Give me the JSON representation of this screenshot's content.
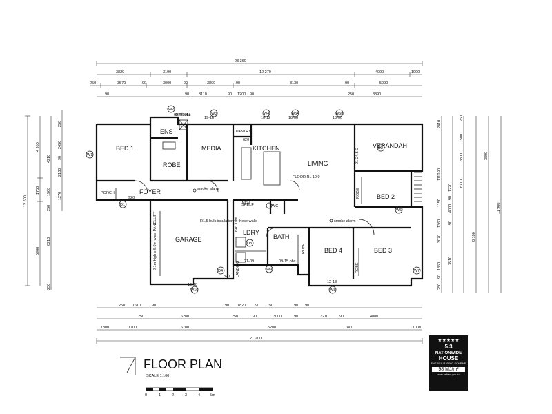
{
  "title": "FLOOR PLAN",
  "scale": "SCALE 1:100",
  "scale_bar_labels": [
    "0",
    "1",
    "2",
    "3",
    "4",
    "5m"
  ],
  "rooms": {
    "bed1": "BED 1",
    "ens": "ENS",
    "robe": "ROBE",
    "media": "MEDIA",
    "pantry": "PANTRY",
    "kitchen": "KITCHEN",
    "living": "LIVING",
    "verandah": "VERANDAH",
    "bed2": "BED 2",
    "bed3": "BED 3",
    "bed4": "BED 4",
    "bath": "BATH",
    "ldry": "LDRY",
    "wc": "WC",
    "garage": "GARAGE",
    "foyer": "FOYER",
    "porch": "PORCH",
    "linen": "LINEN",
    "robe_b2": "ROBE",
    "robe_b3": "ROBE",
    "robe_b4": "ROBE",
    "broom": "BROOM",
    "landing": "LANDING"
  },
  "notes": {
    "smoke1": "smoke alarm",
    "smoke2": "smoke alarm",
    "insulation": "R1.5 bulk insulation to these walls",
    "garage_door": "2.1m high x 5.0m wide PANELLIFT",
    "floor_rl": "FLOOR RL 10.0",
    "ens_note": "OPTION",
    "shelf": "SHELF"
  },
  "window_tags": [
    "W1",
    "W2",
    "W3",
    "W4",
    "W5A",
    "W5B",
    "W6",
    "W7",
    "W8",
    "W9",
    "W10",
    "D1",
    "D2",
    "D3",
    "D4"
  ],
  "window_sizes": [
    "19-18",
    "10-12",
    "18-06",
    "18-06",
    "21-24.5 D",
    "12-18",
    "21-09",
    "09-15 obs",
    "10-18",
    "00-06 obs",
    "620",
    "820",
    "920"
  ],
  "dims_top": {
    "overall": "23 360",
    "row1": [
      "3820",
      "3190",
      "12 270",
      "4090",
      "1090"
    ],
    "row2": [
      "250",
      "3570",
      "90",
      "3000",
      "90",
      "3800",
      "90",
      "8130",
      "90",
      "5090"
    ],
    "row3": [
      "90",
      "90",
      "3110",
      "90",
      "1200",
      "90",
      "250",
      "3390"
    ]
  },
  "dims_bottom": {
    "overall": "21 200",
    "row1": [
      "250",
      "1610",
      "90",
      "90",
      "1820",
      "90",
      "1750",
      "90",
      "90"
    ],
    "row2": [
      "250",
      "6200",
      "250",
      "90",
      "3000",
      "90",
      "3210",
      "90",
      "4000"
    ],
    "row3": [
      "1800",
      "1700",
      "6700",
      "5200",
      "7800",
      "1000"
    ]
  },
  "dims_left": {
    "overall": "12 600",
    "row1": [
      "4 950",
      "1750",
      "5900"
    ],
    "row2": [
      "4210",
      "1500",
      "250",
      "6210",
      "250"
    ],
    "row3": [
      "250",
      "2450",
      "90",
      "2160",
      "1270"
    ]
  },
  "dims_right": {
    "overall": "11 900",
    "row1": [
      "250",
      "1500",
      "3800",
      "6710",
      "8 100",
      "3800"
    ],
    "row2": [
      "1220",
      "90",
      "4000",
      "90",
      "3510"
    ],
    "row3": [
      "2410",
      "90",
      "1110",
      "1150",
      "1360",
      "2070",
      "1850",
      "90",
      "250"
    ]
  },
  "badge": {
    "stars": "★★★★★",
    "rating": "5.3",
    "line1": "NATIONWIDE",
    "line2": "HOUSE",
    "line3": "ENERGY RATING SCHEME",
    "energy": "98 MJ/m²",
    "site": "www.nathers.gov.au"
  }
}
